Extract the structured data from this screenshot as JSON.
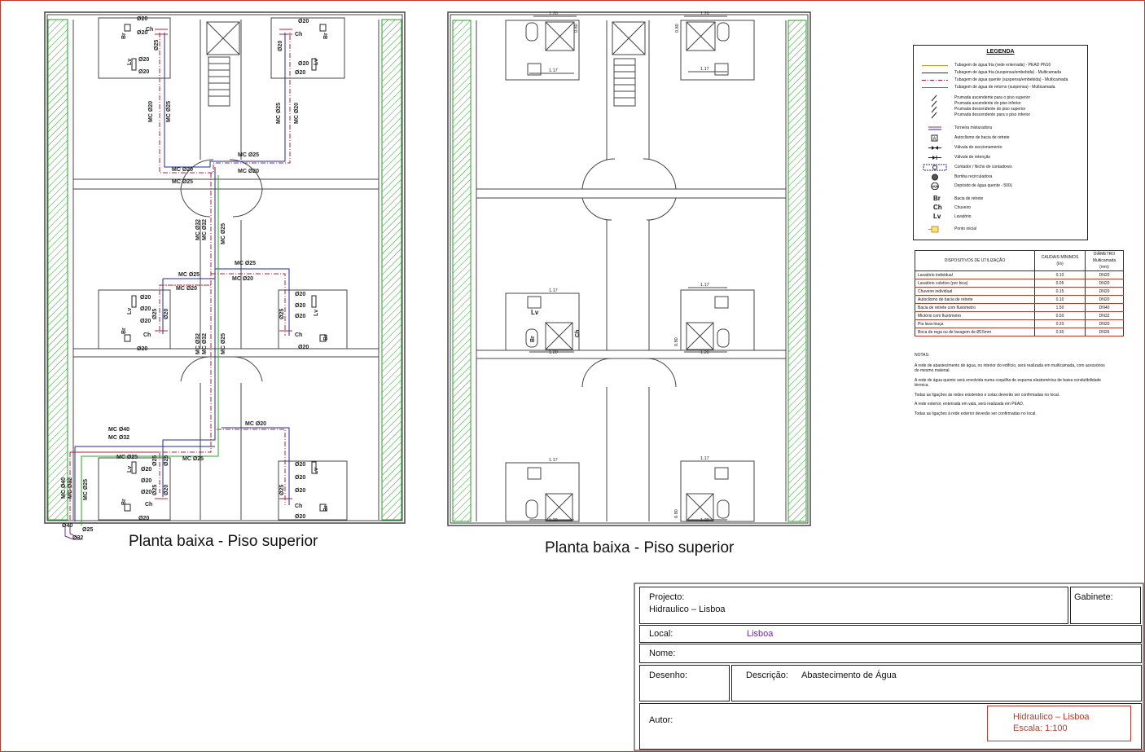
{
  "plans": [
    {
      "title": "Planta baixa - Piso superior"
    },
    {
      "title": "Planta baixa - Piso superior"
    }
  ],
  "left_plan_labels": {
    "mc_d20": "MC Ø20",
    "mc_d25": "MC Ø25",
    "mc_d32": "MC Ø32",
    "mc_d40": "MC Ø40",
    "d20": "Ø20",
    "d25": "Ø25",
    "d32": "Ø32",
    "d40": "Ø40",
    "br": "Br",
    "ch": "Ch",
    "lv": "Lv"
  },
  "right_plan_labels": {
    "dim_120": "1.20",
    "dim_117": "1.17",
    "dim_080": "0.80",
    "lv": "Lv",
    "br": "Br",
    "ch": "Ch"
  },
  "legend": {
    "title": "LEGENDA",
    "items": [
      {
        "label": "Tubagem de água fria (rede enterrada) - PEAD PN16",
        "symbol": "line-orange",
        "color": "#c8941f"
      },
      {
        "label": "Tubagem de água fria (suspensa/embebida) - Multicamada",
        "symbol": "line-blue",
        "color": "#1f2a9e"
      },
      {
        "label": "Tubagem de água quente (suspensa/embebida) - Multicamada",
        "symbol": "line-red-dash",
        "color": "#b0203a"
      },
      {
        "label": "Tubagem de água de retorno (suspensa) - Multicamada",
        "symbol": "line-green",
        "color": "#2aa02a"
      },
      {
        "label": "Prumada ascendente para o piso superior",
        "symbol": "riser-up"
      },
      {
        "label": "Prumada ascendente do piso inferior",
        "symbol": "riser-from-below"
      },
      {
        "label": "Prumada descendente do piso superior",
        "symbol": "riser-from-above"
      },
      {
        "label": "Prumada descendente para o piso inferior",
        "symbol": "riser-down"
      },
      {
        "label": "Torneira misturadora",
        "symbol": "mixer-tap"
      },
      {
        "label": "Autoclismo de bacia de retrete",
        "symbol": "cistern",
        "glyph": "A"
      },
      {
        "label": "Válvula de seccionamento",
        "symbol": "isolation-valve"
      },
      {
        "label": "Válvula de retenção",
        "symbol": "check-valve"
      },
      {
        "label": "Contador / Nicho de contadores",
        "symbol": "meter"
      },
      {
        "label": "Bomba recirculadora",
        "symbol": "pump"
      },
      {
        "label": "Depósito de água quente - 500L",
        "symbol": "hot-water-tank",
        "glyph": "AQM"
      },
      {
        "label": "Bacia de retrete",
        "symbol": "letter",
        "glyph": "Br"
      },
      {
        "label": "Chuveiro",
        "symbol": "letter",
        "glyph": "Ch"
      },
      {
        "label": "Lavatório",
        "symbol": "letter",
        "glyph": "Lv"
      },
      {
        "label": "Ponto inicial",
        "symbol": "start-point"
      }
    ]
  },
  "devices_table": {
    "headers": [
      "DISPOSITIVOS DE UTILIZAÇÃO",
      "CAUDAIS MÍNIMOS",
      "(l/s)",
      "DIÂMETRO",
      "Multicamada (mm)"
    ],
    "rows": [
      {
        "device": "Lavatório individual",
        "flow": "0.10",
        "diameter": "DN20"
      },
      {
        "device": "Lavatório coletivo (por bica)",
        "flow": "0.05",
        "diameter": "DN20"
      },
      {
        "device": "Chuveiro individual",
        "flow": "0.15",
        "diameter": "DN20"
      },
      {
        "device": "Autoclismo de bacia de retrete",
        "flow": "0.10",
        "diameter": "DN20"
      },
      {
        "device": "Bacia de retrete com fluxómetro",
        "flow": "1.50",
        "diameter": "DN40"
      },
      {
        "device": "Mictório com fluxómetro",
        "flow": "0.50",
        "diameter": "DN32"
      },
      {
        "device": "Pia lava-louça",
        "flow": "0.20",
        "diameter": "DN20"
      },
      {
        "device": "Boca de rega ou de lavagem de Ø15mm",
        "flow": "0.30",
        "diameter": "DN26"
      }
    ]
  },
  "notes": {
    "title": "NOTAS:",
    "items": [
      "A rede de abastecimento de água, no interior do edifício, será realizada em multicamada, com acessórios do mesmo material.",
      "A rede de água quente será envolvida numa coquilha de espuma elastomérica de baixa condutibilidade térmica.",
      "Todas as ligações às redes existentes e cotas deverão ser confirmadas no local.",
      "A rede exterior, enterrada em vala, será realizada em PEAD.",
      "Todas as ligações à rede exterior deverão ser confirmadas no local."
    ]
  },
  "title_block": {
    "projecto_label": "Projecto:",
    "projecto_value": "Hidraulico – Lisboa",
    "gabinete_label": "Gabinete:",
    "local_label": "Local:",
    "local_value": "Lisboa",
    "nome_label": "Nome:",
    "desenho_label": "Desenho:",
    "descricao_label": "Descrição:",
    "descricao_value": "Abastecimento de Água",
    "autor_label": "Autor:",
    "stamp_line1": "Hidraulico – Lisboa",
    "stamp_line2": "Escala: 1:100"
  },
  "colors": {
    "cold_water": "#1f2a9e",
    "hot_water": "#b0203a",
    "return_water": "#2aa02a",
    "buried": "#c8941f",
    "border": "#c0392b",
    "purple": "#6b2c91"
  }
}
